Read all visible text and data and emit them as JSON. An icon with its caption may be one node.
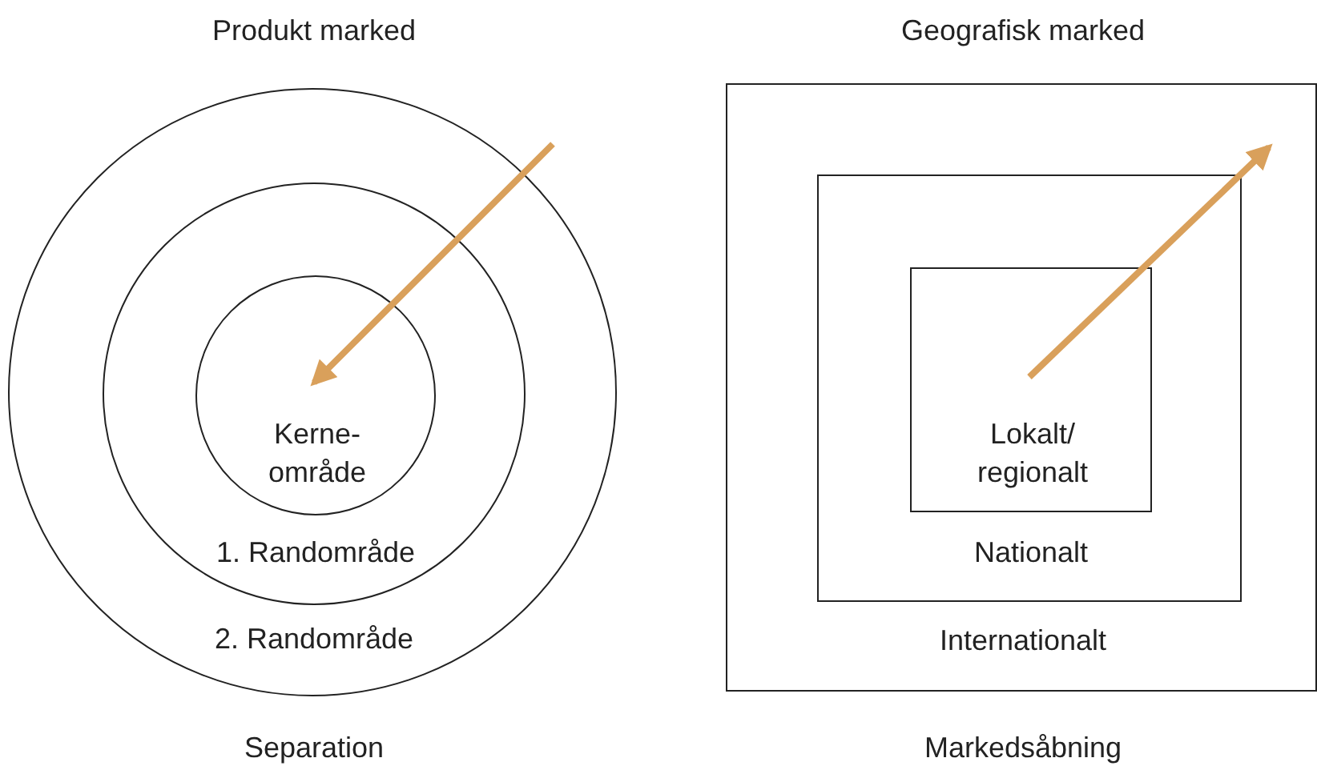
{
  "diagram": {
    "nodes": [
      {
        "text": [
          "Produkt marked",
          "2. Randområde"
        ],
        "beside": [
          "Separation"
        ]
      },
      {
        "text": [
          "1. Randområde"
        ],
        "in": 0
      },
      {
        "text": [
          "Kerne- område"
        ],
        "in": 1
      },
      {
        "text": [
          "Geografisk marked",
          "Internationalt"
        ],
        "beside": [
          "Markedsåbning"
        ]
      },
      {
        "text": [
          "Nationalt"
        ],
        "in": 3
      },
      {
        "text": [
          "Lokalt/ regionalt"
        ],
        "in": 4
      }
    ],
    "edges": [
      {
        "from": null,
        "to": 2,
        "arrow": "to"
      },
      {
        "from": 5,
        "to": null,
        "arrow": "to"
      }
    ]
  }
}
